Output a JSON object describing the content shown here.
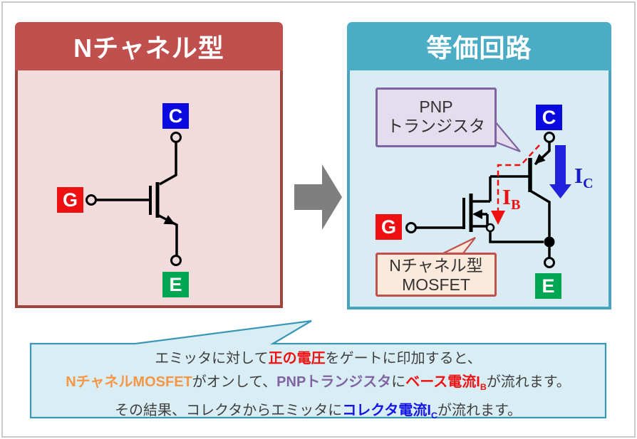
{
  "left_panel": {
    "title": "Nチャネル型",
    "terminals": {
      "collector": "C",
      "gate": "G",
      "emitter": "E"
    }
  },
  "right_panel": {
    "title": "等価回路",
    "terminals": {
      "collector": "C",
      "gate": "G",
      "emitter": "E"
    },
    "callouts": {
      "pnp": {
        "lines": [
          "PNP",
          "トランジスタ"
        ]
      },
      "mosfet": {
        "lines": [
          "Nチャネル型",
          "MOSFET"
        ]
      }
    },
    "current_labels": {
      "base": {
        "main": "I",
        "sub": "B"
      },
      "collector": {
        "main": "I",
        "sub": "C"
      }
    }
  },
  "explanation": {
    "lines": [
      {
        "segments": [
          {
            "t": "エミッタに対して",
            "c": "plain"
          },
          {
            "t": "正の電圧",
            "c": "red"
          },
          {
            "t": "をゲートに印加すると、",
            "c": "plain"
          }
        ]
      },
      {
        "segments": [
          {
            "t": "NチャネルMOSFET",
            "c": "orange"
          },
          {
            "t": "がオンして、",
            "c": "plain"
          },
          {
            "t": "PNPトランジスタ",
            "c": "purple"
          },
          {
            "t": "に",
            "c": "plain"
          },
          {
            "t": "ベース電流I",
            "c": "red",
            "sub": "B"
          },
          {
            "t": "が流れます。",
            "c": "plain"
          }
        ]
      },
      {
        "segments": [
          {
            "t": "その結果、コレクタからエミッタに",
            "c": "plain"
          },
          {
            "t": "コレクタ電流I",
            "c": "blue",
            "sub": "C"
          },
          {
            "t": "が流れます。",
            "c": "plain"
          }
        ]
      }
    ]
  },
  "colors": {
    "left_header": "#c0504d",
    "left_body": "#f2dcdb",
    "right_header": "#4bacc6",
    "right_body": "#d9ecf4",
    "collector_terminal_blue": "#0a0ae0",
    "gate_terminal_red": "#ee1111",
    "emitter_terminal_green": "#00a651",
    "base_current_red": "#ee1111",
    "collector_current_blue": "#2222dd",
    "transform_arrow_gray": "#7f7f7f"
  }
}
